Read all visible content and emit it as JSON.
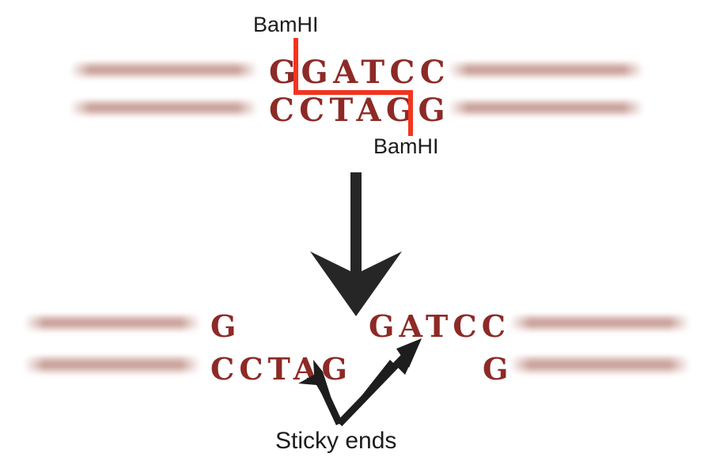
{
  "figure": {
    "title": "BamHI restriction digestion producing sticky ends",
    "background_color": "#ffffff",
    "base_color": "#8d2a26",
    "cut_line_color": "#f5341f",
    "arrow_color": "#262626",
    "strand_color": "#c49891"
  },
  "enzyme": {
    "label_top": "BamHI",
    "label_bottom": "BamHI"
  },
  "intact_dna": {
    "top_strand_sequence": "GGATCC",
    "bottom_strand_sequence": "CCTAGG",
    "top_strand_letters": [
      "G",
      "G",
      "A",
      "T",
      "C",
      "C"
    ],
    "bottom_strand_letters": [
      "C",
      "C",
      "T",
      "A",
      "G",
      "G"
    ]
  },
  "cut_products": {
    "left_fragment": {
      "top_strand_sequence": "G",
      "bottom_strand_sequence": "CCTAG"
    },
    "right_fragment": {
      "top_strand_sequence": "GATCC",
      "bottom_strand_sequence": "G"
    }
  },
  "annotations": {
    "sticky_ends_label": "Sticky ends",
    "reaction_arrow": "downward-arrow"
  },
  "icons": {
    "reaction_arrow": "arrow-down-icon",
    "sticky_end_pointer_left": "arrow-up-left-icon",
    "sticky_end_pointer_right": "arrow-up-right-icon"
  }
}
